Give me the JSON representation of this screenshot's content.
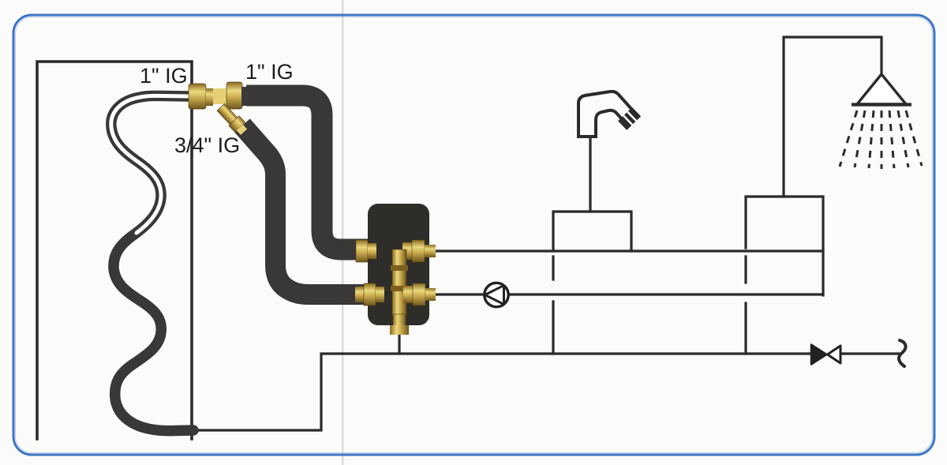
{
  "diagram": {
    "type": "plumbing-installation-schematic",
    "labels": {
      "tank_port": "1\" IG",
      "supply_port": "1\" IG",
      "return_port": "3/4\" IG"
    },
    "components": [
      "storage-tank",
      "corrugated-heat-exchanger-coil",
      "brass-y-adapter",
      "insulated-supply-pipe",
      "insulated-return-pipe",
      "pump-station-manifold",
      "circulation-pump",
      "faucet",
      "shower-head",
      "check-valve",
      "pipe-break-symbol"
    ],
    "colors": {
      "border_blue": "#3e76c4",
      "brass": "#cfae55",
      "brass_dark": "#6e561c",
      "insulated_pipe": "#393836",
      "manifold_block": "#2e2d2a",
      "line_black": "#2b2b2b",
      "background": "#fbfbfa"
    }
  }
}
